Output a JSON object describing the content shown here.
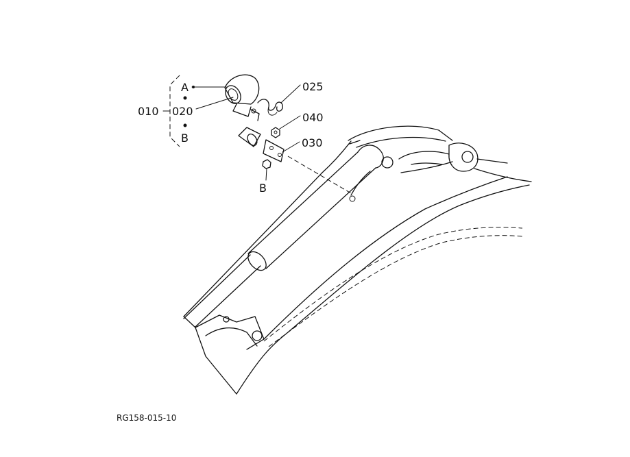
{
  "labels": {
    "part_010": "010",
    "part_020": "020",
    "part_025": "025",
    "part_030": "030",
    "part_040": "040",
    "variant_a": "A",
    "variant_b": "B",
    "ref_b": "B"
  },
  "drawing_code": "RG158-015-10"
}
